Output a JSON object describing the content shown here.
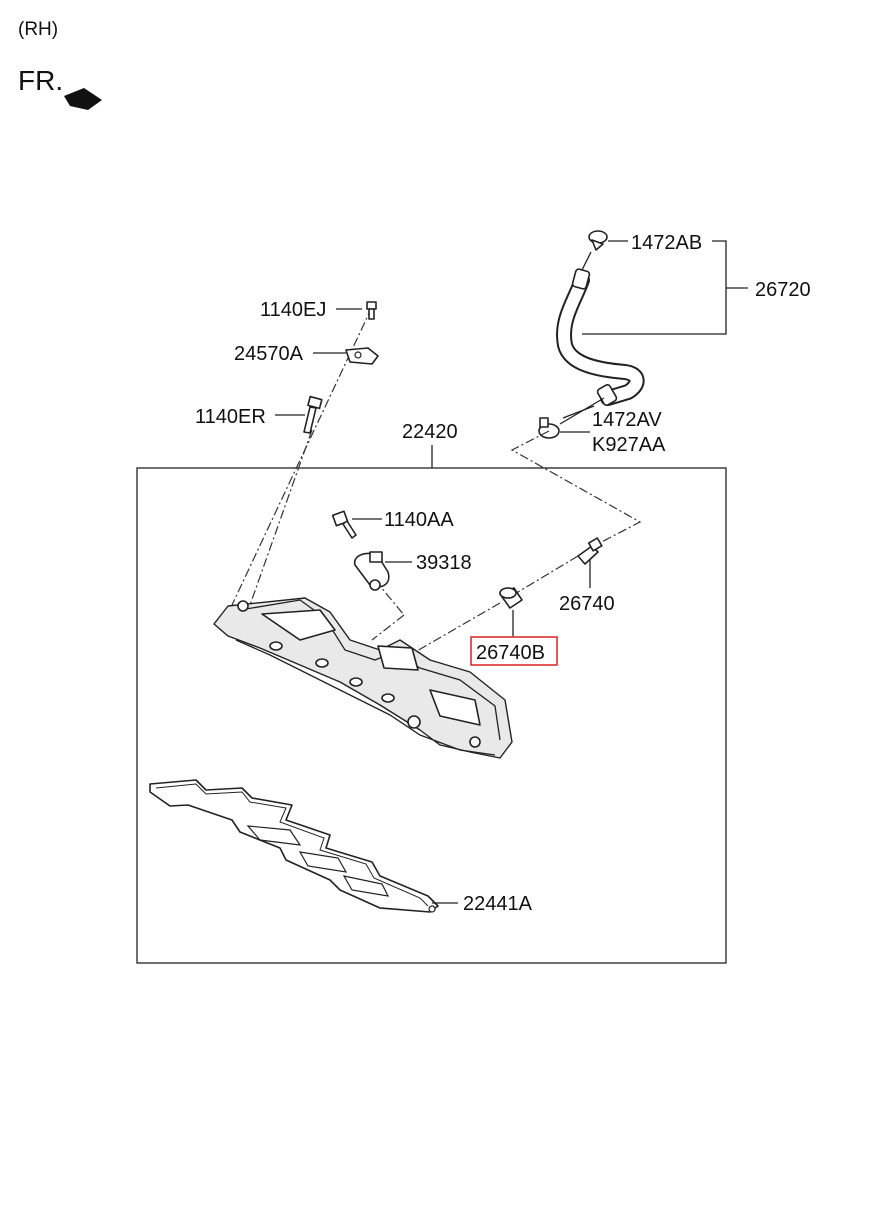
{
  "header": {
    "side": "(RH)",
    "front": "FR."
  },
  "parts": {
    "p1472AB": "1472AB",
    "p26720": "26720",
    "p1140EJ": "1140EJ",
    "p24570A": "24570A",
    "p1140ER": "1140ER",
    "p22420": "22420",
    "p1472AV": "1472AV",
    "pK927AA": "K927AA",
    "p1140AA": "1140AA",
    "p39318": "39318",
    "p26740": "26740",
    "p26740B": "26740B",
    "p22441A": "22441A"
  },
  "highlight": {
    "part": "26740B",
    "color": "#e03030"
  }
}
